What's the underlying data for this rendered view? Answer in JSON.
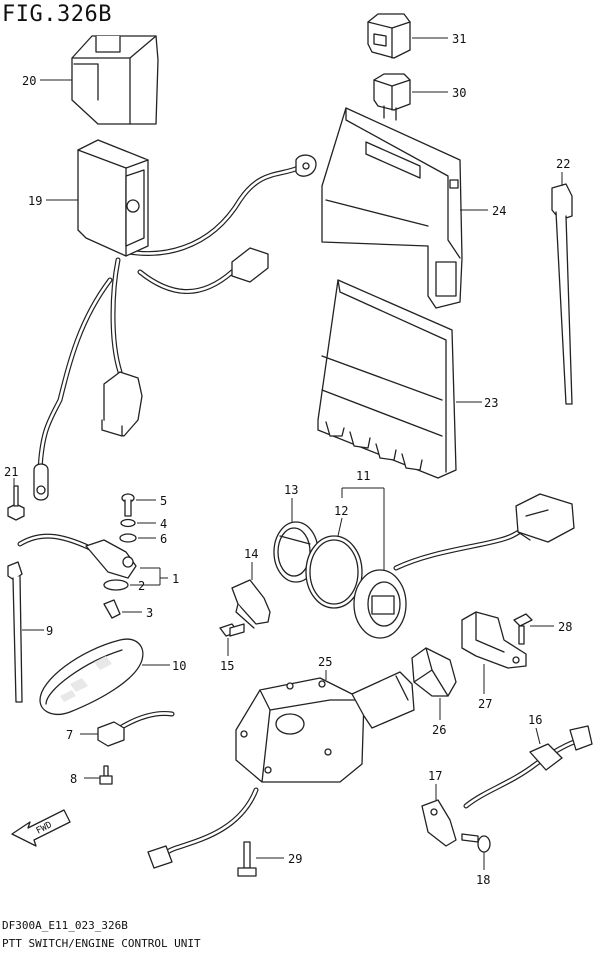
{
  "figure": "FIG.326B",
  "drawing_code": "DF300A_E11_023_326B",
  "caption": "PTT SWITCH/ENGINE CONTROL UNIT",
  "direction_marker": "FWD",
  "callouts": {
    "c1": "1",
    "c2": "2",
    "c3": "3",
    "c4": "4",
    "c5": "5",
    "c6": "6",
    "c7": "7",
    "c8": "8",
    "c9": "9",
    "c10": "10",
    "c11": "11",
    "c12": "12",
    "c13": "13",
    "c14": "14",
    "c15": "15",
    "c16": "16",
    "c17": "17",
    "c18": "18",
    "c19": "19",
    "c20": "20",
    "c21": "21",
    "c22": "22",
    "c23": "23",
    "c24": "24",
    "c25": "25",
    "c26": "26",
    "c27": "27",
    "c28": "28",
    "c29": "29",
    "c30": "30",
    "c31": "31"
  }
}
